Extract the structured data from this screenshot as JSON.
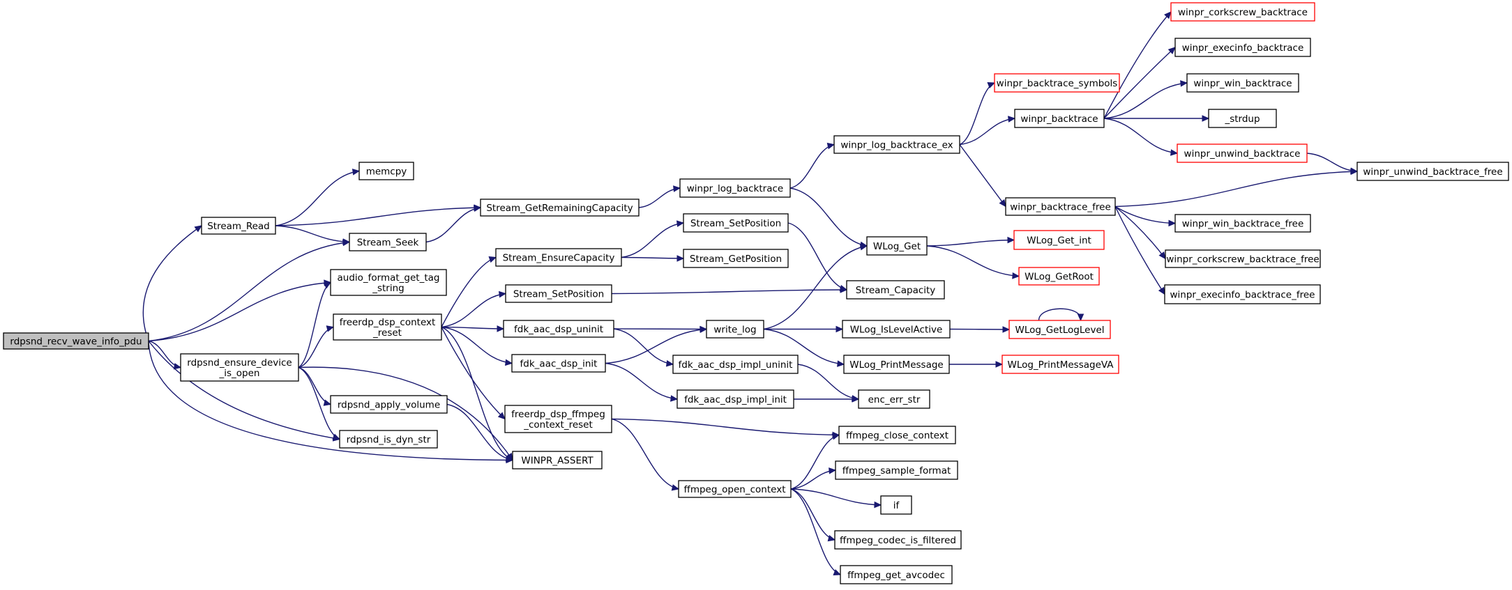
{
  "colors": {
    "edge": "#191970",
    "default_border": "#000000",
    "truncated_border": "#ff0000",
    "root_fill": "#bfbfbf",
    "node_fill": "#ffffff"
  },
  "nodes": [
    {
      "id": "root",
      "lines": [
        "rdpsnd_recv_wave_info_pdu"
      ],
      "style": "root"
    },
    {
      "id": "stream_read",
      "lines": [
        "Stream_Read"
      ],
      "style": "normal"
    },
    {
      "id": "memcpy",
      "lines": [
        "memcpy"
      ],
      "style": "normal"
    },
    {
      "id": "stream_seek",
      "lines": [
        "Stream_Seek"
      ],
      "style": "normal"
    },
    {
      "id": "audio_fmt",
      "lines": [
        "audio_format_get_tag",
        "_string"
      ],
      "style": "normal"
    },
    {
      "id": "ensure_open",
      "lines": [
        "rdpsnd_ensure_device",
        "_is_open"
      ],
      "style": "normal"
    },
    {
      "id": "dsp_reset",
      "lines": [
        "freerdp_dsp_context",
        "_reset"
      ],
      "style": "normal"
    },
    {
      "id": "apply_volume",
      "lines": [
        "rdpsnd_apply_volume"
      ],
      "style": "normal"
    },
    {
      "id": "is_dyn",
      "lines": [
        "rdpsnd_is_dyn_str"
      ],
      "style": "normal"
    },
    {
      "id": "winpr_assert",
      "lines": [
        "WINPR_ASSERT"
      ],
      "style": "normal"
    },
    {
      "id": "get_remaining",
      "lines": [
        "Stream_GetRemainingCapacity"
      ],
      "style": "normal"
    },
    {
      "id": "ensure_capacity",
      "lines": [
        "Stream_EnsureCapacity"
      ],
      "style": "normal"
    },
    {
      "id": "set_position_a",
      "lines": [
        "Stream_SetPosition"
      ],
      "style": "normal"
    },
    {
      "id": "fdk_uninit",
      "lines": [
        "fdk_aac_dsp_uninit"
      ],
      "style": "normal"
    },
    {
      "id": "fdk_init",
      "lines": [
        "fdk_aac_dsp_init"
      ],
      "style": "normal"
    },
    {
      "id": "ffmpeg_reset",
      "lines": [
        "freerdp_dsp_ffmpeg",
        "_context_reset"
      ],
      "style": "normal"
    },
    {
      "id": "log_backtrace",
      "lines": [
        "winpr_log_backtrace"
      ],
      "style": "normal"
    },
    {
      "id": "set_position_b",
      "lines": [
        "Stream_SetPosition"
      ],
      "style": "normal"
    },
    {
      "id": "get_position",
      "lines": [
        "Stream_GetPosition"
      ],
      "style": "normal"
    },
    {
      "id": "write_log",
      "lines": [
        "write_log"
      ],
      "style": "normal"
    },
    {
      "id": "impl_uninit",
      "lines": [
        "fdk_aac_dsp_impl_uninit"
      ],
      "style": "normal"
    },
    {
      "id": "impl_init",
      "lines": [
        "fdk_aac_dsp_impl_init"
      ],
      "style": "normal"
    },
    {
      "id": "open_context",
      "lines": [
        "ffmpeg_open_context"
      ],
      "style": "normal"
    },
    {
      "id": "log_backtrace_ex",
      "lines": [
        "winpr_log_backtrace_ex"
      ],
      "style": "normal"
    },
    {
      "id": "wlog_get",
      "lines": [
        "WLog_Get"
      ],
      "style": "normal"
    },
    {
      "id": "stream_capacity",
      "lines": [
        "Stream_Capacity"
      ],
      "style": "normal"
    },
    {
      "id": "is_level_active",
      "lines": [
        "WLog_IsLevelActive"
      ],
      "style": "normal"
    },
    {
      "id": "print_message",
      "lines": [
        "WLog_PrintMessage"
      ],
      "style": "normal"
    },
    {
      "id": "enc_err_str",
      "lines": [
        "enc_err_str"
      ],
      "style": "normal"
    },
    {
      "id": "close_context",
      "lines": [
        "ffmpeg_close_context"
      ],
      "style": "normal"
    },
    {
      "id": "sample_format",
      "lines": [
        "ffmpeg_sample_format"
      ],
      "style": "normal"
    },
    {
      "id": "if_node",
      "lines": [
        "if"
      ],
      "style": "normal"
    },
    {
      "id": "codec_filtered",
      "lines": [
        "ffmpeg_codec_is_filtered"
      ],
      "style": "normal"
    },
    {
      "id": "get_avcodec",
      "lines": [
        "ffmpeg_get_avcodec"
      ],
      "style": "normal"
    },
    {
      "id": "backtrace_symbols",
      "lines": [
        "winpr_backtrace_symbols"
      ],
      "style": "truncated"
    },
    {
      "id": "winpr_backtrace",
      "lines": [
        "winpr_backtrace"
      ],
      "style": "normal"
    },
    {
      "id": "backtrace_free",
      "lines": [
        "winpr_backtrace_free"
      ],
      "style": "normal"
    },
    {
      "id": "get_int",
      "lines": [
        "WLog_Get_int"
      ],
      "style": "truncated"
    },
    {
      "id": "get_root",
      "lines": [
        "WLog_GetRoot"
      ],
      "style": "truncated"
    },
    {
      "id": "get_log_level",
      "lines": [
        "WLog_GetLogLevel"
      ],
      "style": "truncated"
    },
    {
      "id": "print_message_va",
      "lines": [
        "WLog_PrintMessageVA"
      ],
      "style": "truncated"
    },
    {
      "id": "corkscrew_bt",
      "lines": [
        "winpr_corkscrew_backtrace"
      ],
      "style": "truncated"
    },
    {
      "id": "execinfo_bt",
      "lines": [
        "winpr_execinfo_backtrace"
      ],
      "style": "normal"
    },
    {
      "id": "win_bt",
      "lines": [
        "winpr_win_backtrace"
      ],
      "style": "normal"
    },
    {
      "id": "strdup",
      "lines": [
        "_strdup"
      ],
      "style": "normal"
    },
    {
      "id": "unwind_bt",
      "lines": [
        "winpr_unwind_backtrace"
      ],
      "style": "truncated"
    },
    {
      "id": "unwind_bt_free",
      "lines": [
        "winpr_unwind_backtrace_free"
      ],
      "style": "normal"
    },
    {
      "id": "win_bt_free",
      "lines": [
        "winpr_win_backtrace_free"
      ],
      "style": "normal"
    },
    {
      "id": "corkscrew_bt_free",
      "lines": [
        "winpr_corkscrew_backtrace_free"
      ],
      "style": "normal"
    },
    {
      "id": "execinfo_bt_free",
      "lines": [
        "winpr_execinfo_backtrace_free"
      ],
      "style": "normal"
    }
  ],
  "edges": [
    [
      "root",
      "stream_read"
    ],
    [
      "root",
      "stream_seek"
    ],
    [
      "root",
      "audio_fmt"
    ],
    [
      "root",
      "ensure_open"
    ],
    [
      "root",
      "is_dyn"
    ],
    [
      "root",
      "winpr_assert"
    ],
    [
      "stream_read",
      "memcpy"
    ],
    [
      "stream_read",
      "get_remaining"
    ],
    [
      "stream_read",
      "stream_seek"
    ],
    [
      "stream_seek",
      "get_remaining"
    ],
    [
      "ensure_open",
      "audio_fmt"
    ],
    [
      "ensure_open",
      "dsp_reset"
    ],
    [
      "ensure_open",
      "apply_volume"
    ],
    [
      "ensure_open",
      "is_dyn"
    ],
    [
      "ensure_open",
      "winpr_assert"
    ],
    [
      "apply_volume",
      "winpr_assert"
    ],
    [
      "dsp_reset",
      "ensure_capacity"
    ],
    [
      "dsp_reset",
      "set_position_a"
    ],
    [
      "dsp_reset",
      "fdk_uninit"
    ],
    [
      "dsp_reset",
      "fdk_init"
    ],
    [
      "dsp_reset",
      "ffmpeg_reset"
    ],
    [
      "dsp_reset",
      "winpr_assert"
    ],
    [
      "get_remaining",
      "log_backtrace"
    ],
    [
      "ensure_capacity",
      "set_position_b"
    ],
    [
      "ensure_capacity",
      "get_position"
    ],
    [
      "set_position_a",
      "stream_capacity"
    ],
    [
      "set_position_b",
      "stream_capacity"
    ],
    [
      "fdk_uninit",
      "write_log"
    ],
    [
      "fdk_uninit",
      "impl_uninit"
    ],
    [
      "fdk_init",
      "write_log"
    ],
    [
      "fdk_init",
      "impl_init"
    ],
    [
      "ffmpeg_reset",
      "close_context"
    ],
    [
      "ffmpeg_reset",
      "open_context"
    ],
    [
      "log_backtrace",
      "log_backtrace_ex"
    ],
    [
      "log_backtrace",
      "wlog_get"
    ],
    [
      "write_log",
      "wlog_get"
    ],
    [
      "write_log",
      "is_level_active"
    ],
    [
      "write_log",
      "print_message"
    ],
    [
      "impl_uninit",
      "enc_err_str"
    ],
    [
      "impl_init",
      "enc_err_str"
    ],
    [
      "open_context",
      "close_context"
    ],
    [
      "open_context",
      "sample_format"
    ],
    [
      "open_context",
      "if_node"
    ],
    [
      "open_context",
      "codec_filtered"
    ],
    [
      "open_context",
      "get_avcodec"
    ],
    [
      "log_backtrace_ex",
      "backtrace_symbols"
    ],
    [
      "log_backtrace_ex",
      "winpr_backtrace"
    ],
    [
      "log_backtrace_ex",
      "backtrace_free"
    ],
    [
      "wlog_get",
      "get_int"
    ],
    [
      "wlog_get",
      "get_root"
    ],
    [
      "is_level_active",
      "get_log_level"
    ],
    [
      "get_log_level",
      "get_log_level"
    ],
    [
      "print_message",
      "print_message_va"
    ],
    [
      "winpr_backtrace",
      "corkscrew_bt"
    ],
    [
      "winpr_backtrace",
      "execinfo_bt"
    ],
    [
      "winpr_backtrace",
      "win_bt"
    ],
    [
      "winpr_backtrace",
      "strdup"
    ],
    [
      "winpr_backtrace",
      "unwind_bt"
    ],
    [
      "unwind_bt",
      "unwind_bt_free"
    ],
    [
      "backtrace_free",
      "unwind_bt_free"
    ],
    [
      "backtrace_free",
      "win_bt_free"
    ],
    [
      "backtrace_free",
      "corkscrew_bt_free"
    ],
    [
      "backtrace_free",
      "execinfo_bt_free"
    ]
  ]
}
